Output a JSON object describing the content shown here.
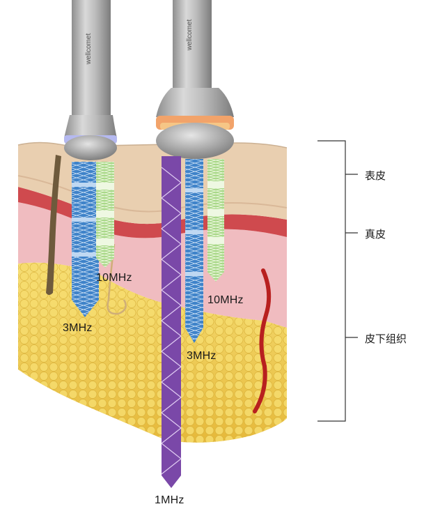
{
  "labels": {
    "freq_3mhz_left": "3MHz",
    "freq_10mhz_left": "10MHz",
    "freq_10mhz_right": "10MHz",
    "freq_3mhz_right": "3MHz",
    "freq_1mhz": "1MHz"
  },
  "layers": {
    "epidermis": "表皮",
    "dermis": "真皮",
    "subcutaneous": "皮下组织"
  },
  "colors": {
    "epidermis": "#e9cfb0",
    "dermis_band": "#cf4a4e",
    "dermis": "#f0bcc0",
    "fat": "#f2d25c",
    "beam_3mhz": "#3f83c9",
    "beam_10mhz": "#a9d889",
    "beam_1mhz": "#7a48a8",
    "probe_metal": "#b8b8b8",
    "vein": "#b8201f"
  }
}
